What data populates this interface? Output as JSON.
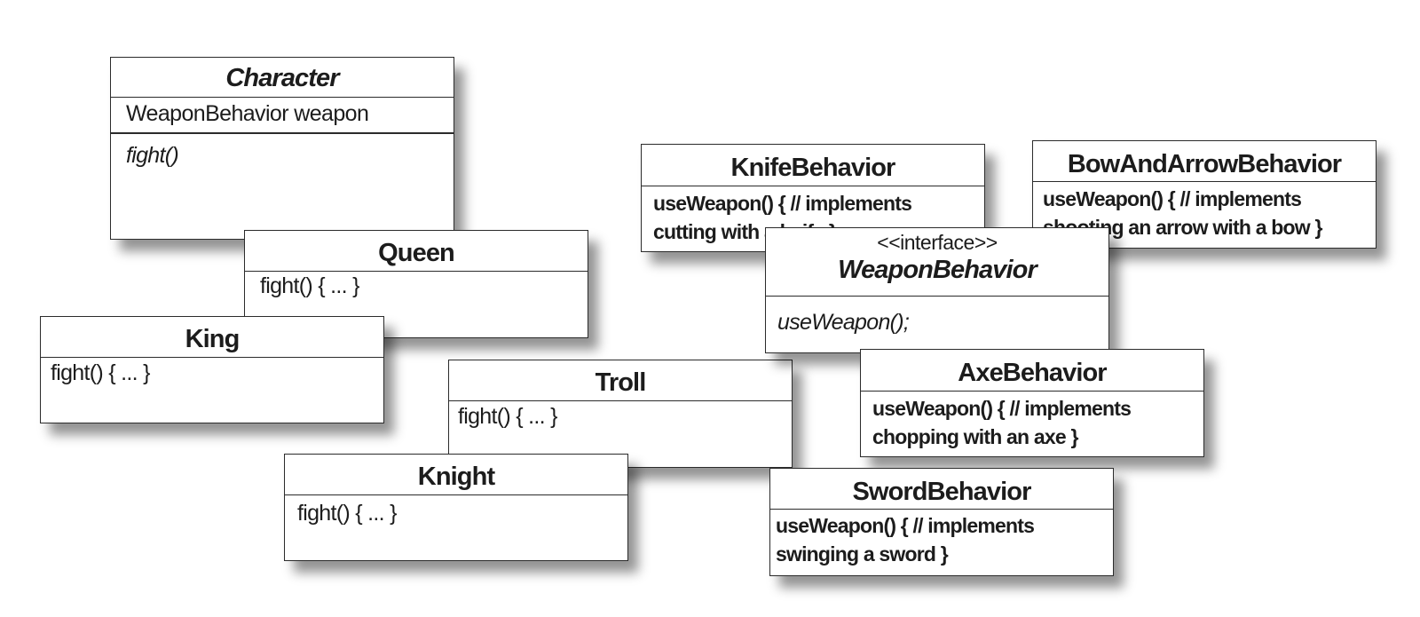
{
  "diagram": {
    "character": {
      "name": "Character",
      "attribute": "WeaponBehavior weapon",
      "method": "fight()"
    },
    "queen": {
      "name": "Queen",
      "method": "fight() { ... }"
    },
    "king": {
      "name": "King",
      "method": "fight() { ... }"
    },
    "troll": {
      "name": "Troll",
      "method": "fight() { ... }"
    },
    "knight": {
      "name": "Knight",
      "method": "fight() { ... }"
    },
    "knife_behavior": {
      "name": "KnifeBehavior",
      "method_line1": "useWeapon() { // implements",
      "method_line2": "cutting with a knife }"
    },
    "bow_and_arrow_behavior": {
      "name": "BowAndArrowBehavior",
      "method_line1": "useWeapon() { // implements",
      "method_line2": "shooting an arrow with a bow }"
    },
    "weapon_behavior": {
      "stereotype": "<<interface>>",
      "name": "WeaponBehavior",
      "method": "useWeapon();"
    },
    "axe_behavior": {
      "name": "AxeBehavior",
      "method_line1": "useWeapon() { // implements",
      "method_line2": "chopping with an axe }"
    },
    "sword_behavior": {
      "name": "SwordBehavior",
      "method_line1": "useWeapon() { // implements",
      "method_line2": "swinging a sword }"
    }
  }
}
